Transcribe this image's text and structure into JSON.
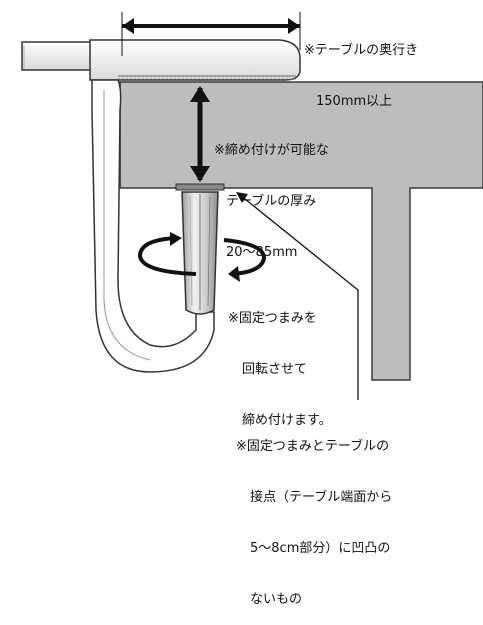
{
  "notes": {
    "depth": {
      "lines": [
        "※テーブルの奥行き",
        "150mm以上"
      ]
    },
    "thickness": {
      "lines": [
        "※締め付けが可能な",
        "テーブルの厚み",
        "20〜85mm"
      ]
    },
    "knob": {
      "lines": [
        "※固定つまみを",
        "回転させて",
        "締め付けます。"
      ]
    },
    "contact": {
      "lines": [
        "※固定つまみとテーブルの",
        "接点（テーブル端面から",
        "5〜8cm部分）に凹凸の",
        "ないもの"
      ]
    }
  },
  "colors": {
    "table_fill": "#bdbdbd",
    "table_stroke": "#3a3a3a",
    "clamp_fill": "#ffffff",
    "knob_fill": "#d8d8d8",
    "arrow": "#111111"
  }
}
